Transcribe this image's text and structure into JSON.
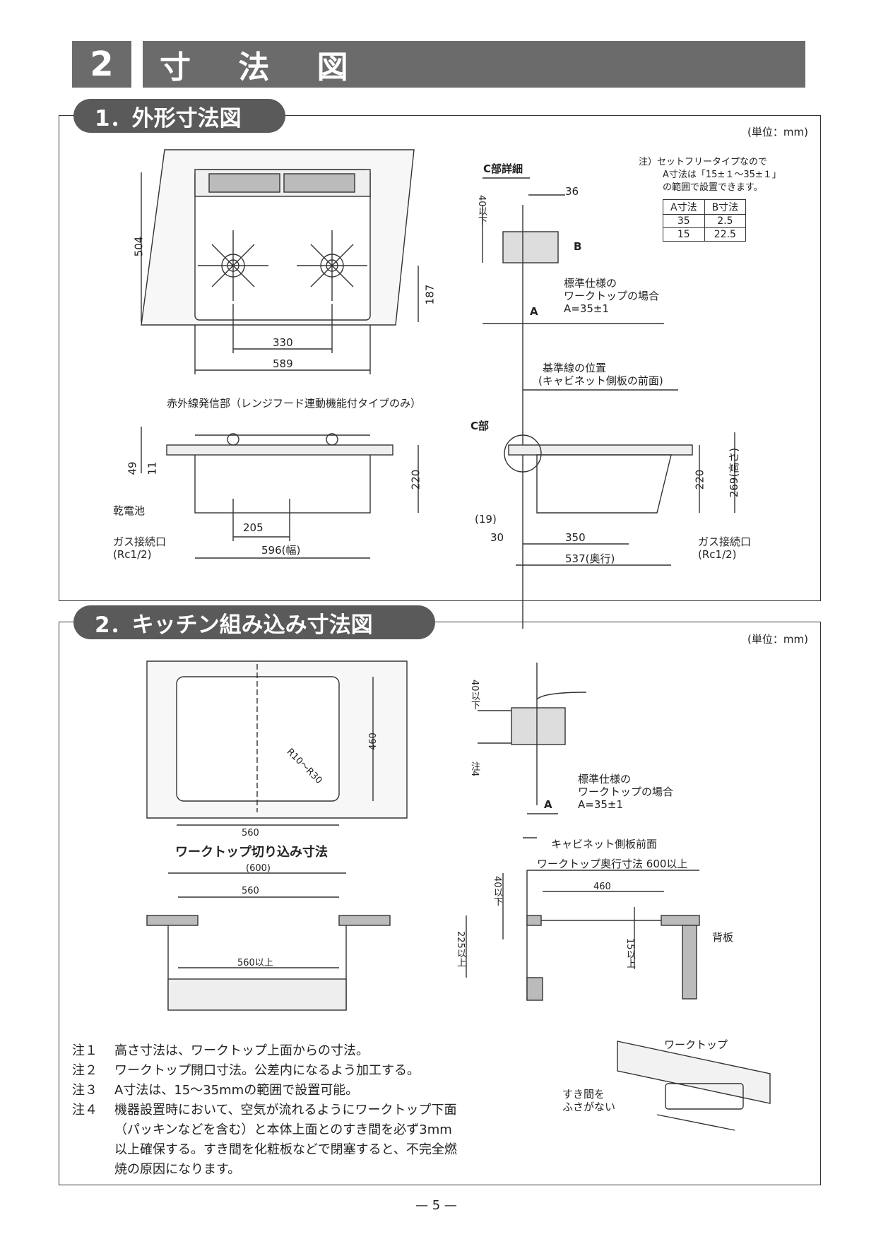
{
  "header": {
    "number": "2",
    "title": "寸 法 図"
  },
  "section1": {
    "tab": "1．外形寸法図",
    "unit": "(単位：mm)",
    "c_detail_title": "C部詳細",
    "note_line1": "注）セットフリータイプなので",
    "note_line2": "A寸法は「15±１～35±１」",
    "note_line3": "の範囲で設置できます。",
    "table_headers": [
      "A寸法",
      "B寸法"
    ],
    "table_rows": [
      [
        "35",
        "2.5"
      ],
      [
        "15",
        "22.5"
      ]
    ],
    "dims": {
      "d504": "504",
      "d187": "187",
      "d330": "330",
      "d589": "589",
      "d40": "40以下",
      "d36": "36",
      "b": "B",
      "a": "A",
      "std1": "標準仕様の",
      "std2": "ワークトップの場合",
      "std3": "A=35±1",
      "ref1": "基準線の位置",
      "ref2": "(キャビネット側板の前面)",
      "ir": "赤外線発信部（レンジフード連動機能付タイプのみ）",
      "d49": "49",
      "d11": "11",
      "d220": "220",
      "d205": "205",
      "d596": "596(幅)",
      "battery": "乾電池",
      "gas1": "ガス接続口",
      "gas2": "(Rc1/2)",
      "cpart": "C部",
      "d19": "(19)",
      "d30": "30",
      "d350": "350",
      "d537": "537(奥行)",
      "d220b": "220",
      "d269": "269(高さ)"
    }
  },
  "section2": {
    "tab": "2．キッチン組み込み寸法図",
    "unit": "(単位：mm)",
    "d460": "460",
    "r": "R10～R30",
    "d560": "560",
    "cutout_title": "ワークトップ切り込み寸法",
    "d600p": "(600)",
    "n2_560": "560",
    "d560up": "560以上",
    "d40b": "40以下",
    "n4": "注4",
    "std1": "標準仕様の",
    "std2": "ワークトップの場合",
    "std3": "A=35±1",
    "n3a": "A",
    "cabinet": "キャビネット側板前面",
    "depth": "ワークトップ奥行寸法 600以上",
    "n2_460": "460",
    "d40c": "40以下",
    "d225": "225以上",
    "d15": "15以上",
    "backboard": "背板",
    "worktop": "ワークトップ",
    "gap1": "すき間を",
    "gap2": "ふさがない"
  },
  "notes": [
    {
      "label": "注１",
      "text": "高さ寸法は、ワークトップ上面からの寸法。"
    },
    {
      "label": "注２",
      "text": "ワークトップ開口寸法。公差内になるよう加工する。"
    },
    {
      "label": "注３",
      "text": "A寸法は、15～35mmの範囲で設置可能。"
    },
    {
      "label": "注４",
      "text": "機器設置時において、空気が流れるようにワークトップ下面"
    },
    {
      "label": "",
      "text": "（パッキンなどを含む）と本体上面とのすき間を必ず3mm"
    },
    {
      "label": "",
      "text": "以上確保する。すき間を化粧板などで閉塞すると、不完全燃"
    },
    {
      "label": "",
      "text": "焼の原因になります。"
    }
  ],
  "footer": {
    "page": "— 5 —"
  }
}
